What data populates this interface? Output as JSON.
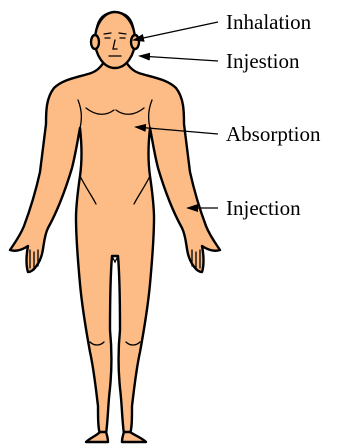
{
  "colors": {
    "skin": "#FDBC85",
    "outline": "#000000",
    "background": "#FFFFFF"
  },
  "labels": [
    {
      "id": "inhalation",
      "text": "Inhalation"
    },
    {
      "id": "injestion",
      "text": "Injestion"
    },
    {
      "id": "absorption",
      "text": "Absorption"
    },
    {
      "id": "injection",
      "text": "Injection"
    }
  ]
}
